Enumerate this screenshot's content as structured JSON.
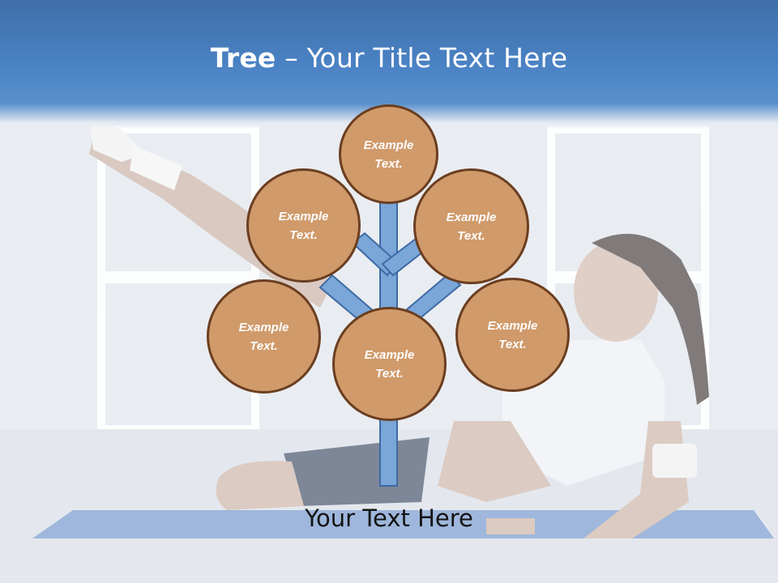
{
  "title": {
    "bold": "Tree",
    "rest": " – Your Title Text Here"
  },
  "nodes": [
    {
      "label": "Example\nText."
    },
    {
      "label": "Example\nText."
    },
    {
      "label": "Example\nText."
    },
    {
      "label": "Example\nText."
    },
    {
      "label": "Example\nText."
    },
    {
      "label": "Example\nText."
    }
  ],
  "footer": "Your Text Here",
  "colors": {
    "header": "#4a82c4",
    "node_fill": "#d09a6a",
    "node_border": "#6b3e20",
    "trunk": "#7aa6d8",
    "trunk_border": "#3f6aa3"
  }
}
